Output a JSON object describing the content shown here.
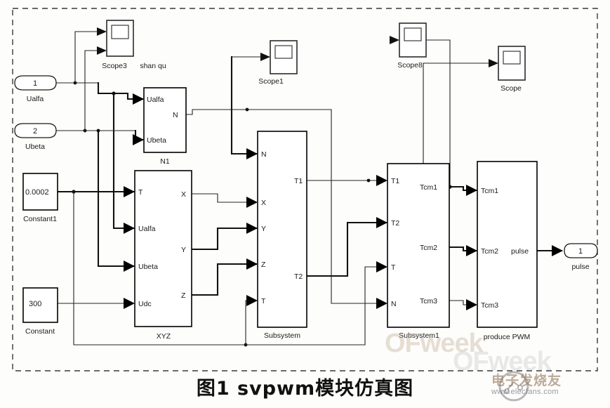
{
  "caption": "图1  svpwm模块仿真图",
  "watermarks": {
    "ofweek": "OFweek",
    "ofweek_secondary": "OFweek",
    "elecfans_cn": "电子发烧友",
    "elecfans_url": "www.elecfans.com",
    "logo_name": "elecfans-logo-icon"
  },
  "canvas": {
    "background": "#fdfdfb",
    "border_style": "dashed",
    "border_color": "#3a3a3a",
    "wire_color": "#222222",
    "block_stroke": "#000000"
  },
  "blocks": {
    "inport_ualfa": {
      "name": "Ualfa",
      "port_number": "1",
      "type": "inport"
    },
    "inport_ubeta": {
      "name": "Ubeta",
      "port_number": "2",
      "type": "inport"
    },
    "constant1": {
      "name": "Constant1",
      "value": "0.0002",
      "type": "constant"
    },
    "constant": {
      "name": "Constant",
      "value": "300",
      "type": "constant"
    },
    "scope3": {
      "name": "Scope3",
      "annotation": "shan qu",
      "type": "scope",
      "inputs": 2
    },
    "scope1": {
      "name": "Scope1",
      "type": "scope",
      "inputs": 1
    },
    "scope8": {
      "name": "Scope8",
      "type": "scope",
      "inputs": 1
    },
    "scope": {
      "name": "Scope",
      "type": "scope",
      "inputs": 1
    },
    "n1": {
      "name": "N1",
      "type": "subsystem",
      "inputs": [
        "Ualfa",
        "Ubeta"
      ],
      "outputs": [
        "N"
      ]
    },
    "xyz": {
      "name": "XYZ",
      "type": "subsystem",
      "inputs": [
        "T",
        "Ualfa",
        "Ubeta",
        "Udc"
      ],
      "outputs": [
        "X",
        "Y",
        "Z"
      ]
    },
    "subsystem": {
      "name": "Subsystem",
      "type": "subsystem",
      "inputs": [
        "N",
        "X",
        "Y",
        "Z",
        "T"
      ],
      "outputs": [
        "T1",
        "T2"
      ]
    },
    "subsystem1": {
      "name": "Subsystem1",
      "type": "subsystem",
      "inputs": [
        "T1",
        "T2",
        "T",
        "N"
      ],
      "outputs": [
        "Tcm1",
        "Tcm2",
        "Tcm3"
      ]
    },
    "produce_pwm": {
      "name": "produce PWM",
      "type": "subsystem",
      "inputs": [
        "Tcm1",
        "Tcm2",
        "Tcm3"
      ],
      "outputs": [
        "pulse"
      ]
    },
    "outport_pulse": {
      "name": "pulse",
      "port_number": "1",
      "type": "outport"
    }
  },
  "labels": {
    "ualfa_num": "1",
    "ualfa_name": "Ualfa",
    "ubeta_num": "2",
    "ubeta_name": "Ubeta",
    "const1_val": "0.0002",
    "const1_name": "Constant1",
    "const_val": "300",
    "const_name": "Constant",
    "scope3_name": "Scope3",
    "scope3_note": "shan qu",
    "scope1_name": "Scope1",
    "scope8_name": "Scope8",
    "scope_name": "Scope",
    "n1_name": "N1",
    "n1_in1": "Ualfa",
    "n1_in2": "Ubeta",
    "n1_out1": "N",
    "xyz_name": "XYZ",
    "xyz_in1": "T",
    "xyz_in2": "Ualfa",
    "xyz_in3": "Ubeta",
    "xyz_in4": "Udc",
    "xyz_out1": "X",
    "xyz_out2": "Y",
    "xyz_out3": "Z",
    "sub_name": "Subsystem",
    "sub_in1": "N",
    "sub_in2": "X",
    "sub_in3": "Y",
    "sub_in4": "Z",
    "sub_in5": "T",
    "sub_out1": "T1",
    "sub_out2": "T2",
    "sub1_name": "Subsystem1",
    "sub1_in1": "T1",
    "sub1_in2": "T2",
    "sub1_in3": "T",
    "sub1_in4": "N",
    "sub1_out1": "Tcm1",
    "sub1_out2": "Tcm2",
    "sub1_out3": "Tcm3",
    "pwm_name": "produce PWM",
    "pwm_in1": "Tcm1",
    "pwm_in2": "Tcm2",
    "pwm_in3": "Tcm3",
    "pwm_out1": "pulse",
    "outport_num": "1",
    "outport_name": "pulse"
  }
}
